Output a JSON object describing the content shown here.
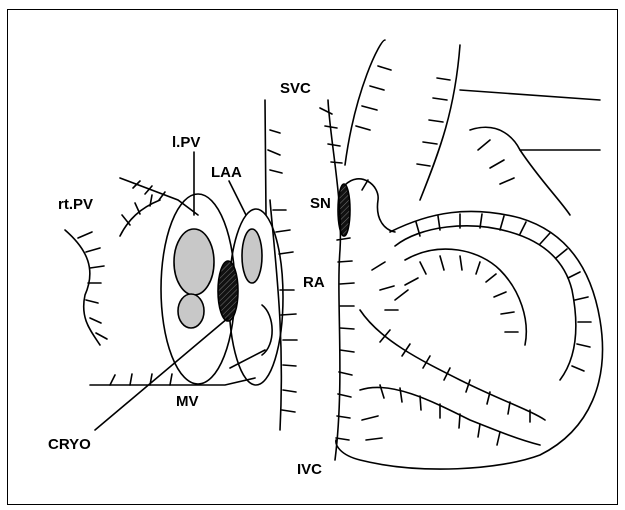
{
  "labels": {
    "svc": "SVC",
    "lpv": "l.PV",
    "laa": "LAA",
    "rlpv": "rt.PV",
    "sn": "SN",
    "ra": "RA",
    "mv": "MV",
    "cryo": "CRYO",
    "ivc": "IVC"
  },
  "colors": {
    "line": "#000000",
    "vein_fill": "#c8c8c8",
    "lesion_fill": "#111111"
  }
}
